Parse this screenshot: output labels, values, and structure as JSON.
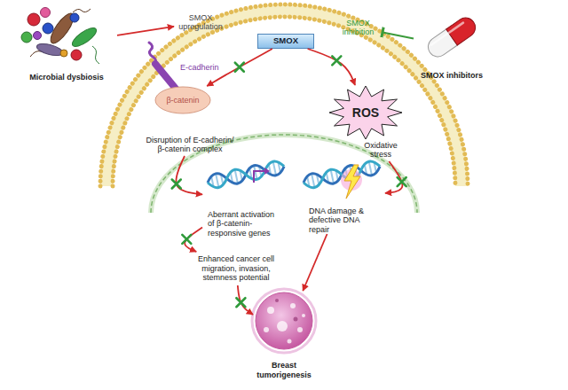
{
  "diagram": {
    "nodes": [
      {
        "text": [
          "Microbial dysbiosis"
        ]
      },
      {
        "text": [
          "SMOX upregulation"
        ]
      },
      {
        "text": [
          "SMOX"
        ]
      },
      {
        "text": [
          "SMOX inhibition"
        ]
      },
      {
        "text": [
          "SMOX inhibitors"
        ]
      },
      {
        "text": [
          "β-catenin"
        ]
      },
      {
        "text": [
          "ROS"
        ]
      },
      {
        "text": [
          "Disruption of E-cadherin/ β-catenin complex"
        ]
      },
      {
        "text": [
          "Oxidative stress"
        ]
      },
      {
        "text": [
          "Aberrant activation of β-catenin-responsive genes"
        ]
      },
      {
        "text": [
          "DNA damage & defective DNA repair"
        ]
      },
      {
        "text": [
          "Enhanced cancer cell migration, invasion, stemness potential"
        ]
      },
      {
        "text": [
          "Breast tumorigenesis"
        ]
      }
    ],
    "edges": [
      {
        "from": 0,
        "to": 1,
        "arrow": "to"
      },
      {
        "from": 4,
        "to": 3,
        "arrow": "to"
      },
      {
        "from": 2,
        "to": 5,
        "arrow": "to"
      },
      {
        "from": 2,
        "to": 6,
        "arrow": "to"
      },
      {
        "from": 7,
        "to": 9,
        "arrow": "to"
      },
      {
        "from": 8,
        "to": 10,
        "arrow": "to"
      },
      {
        "from": 9,
        "to": 11,
        "arrow": "to"
      },
      {
        "from": 11,
        "to": 12,
        "arrow": "to"
      },
      {
        "from": 10,
        "to": 12,
        "arrow": "to"
      }
    ],
    "labels": [
      "E-cadherin"
    ]
  }
}
